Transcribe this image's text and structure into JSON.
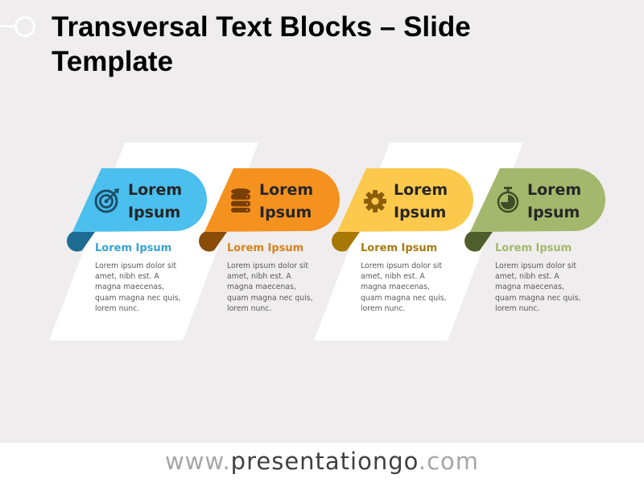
{
  "slide": {
    "title": "Transversal Text Blocks – Slide Template",
    "title_line1": "Transversal Text Blocks – Slide",
    "title_line2": "Template"
  },
  "blocks": [
    {
      "icon": "target-icon",
      "heading": "Lorem Ipsum",
      "heading_line1": "Lorem",
      "heading_line2": "Ipsum",
      "subtitle": "Lorem Ipsum",
      "body_lines": [
        "Lorem ipsum dolor sit",
        "amet, nibh est. A",
        "magna maecenas,",
        "quam magna nec quis,",
        "lorem nunc."
      ],
      "color": "#4bbfee",
      "dark_color": "#1d6b93",
      "icon_color": "#1e4f6b",
      "subtitle_color": "#36a3d6"
    },
    {
      "icon": "database-icon",
      "heading": "Lorem Ipsum",
      "heading_line1": "Lorem",
      "heading_line2": "Ipsum",
      "subtitle": "Lorem Ipsum",
      "body_lines": [
        "Lorem ipsum dolor sit",
        "amet, nibh est. A",
        "magna maecenas,",
        "quam magna nec quis,",
        "lorem nunc."
      ],
      "color": "#f5921f",
      "dark_color": "#8a4c09",
      "icon_color": "#7a3f05",
      "subtitle_color": "#d9821c"
    },
    {
      "icon": "gear-icon",
      "heading": "Lorem Ipsum",
      "heading_line1": "Lorem",
      "heading_line2": "Ipsum",
      "subtitle": "Lorem Ipsum",
      "body_lines": [
        "Lorem ipsum dolor sit",
        "amet, nibh est. A",
        "magna maecenas,",
        "quam magna nec quis,",
        "lorem nunc."
      ],
      "color": "#fdc94c",
      "dark_color": "#a77805",
      "icon_color": "#8c5e07",
      "subtitle_color": "#a87a10"
    },
    {
      "icon": "stopwatch-icon",
      "heading": "Lorem Ipsum",
      "heading_line1": "Lorem",
      "heading_line2": "Ipsum",
      "subtitle": "Lorem Ipsum",
      "body_lines": [
        "Lorem ipsum dolor sit",
        "amet, nibh est. A",
        "magna maecenas,",
        "quam magna nec quis,",
        "lorem nunc."
      ],
      "color": "#a3b86c",
      "dark_color": "#4e5f2b",
      "icon_color": "#3e4d26",
      "subtitle_color": "#a3b86c"
    }
  ],
  "footer": {
    "url_prefix": "www.",
    "url_brand": "presentationgo",
    "url_suffix": ".com"
  }
}
